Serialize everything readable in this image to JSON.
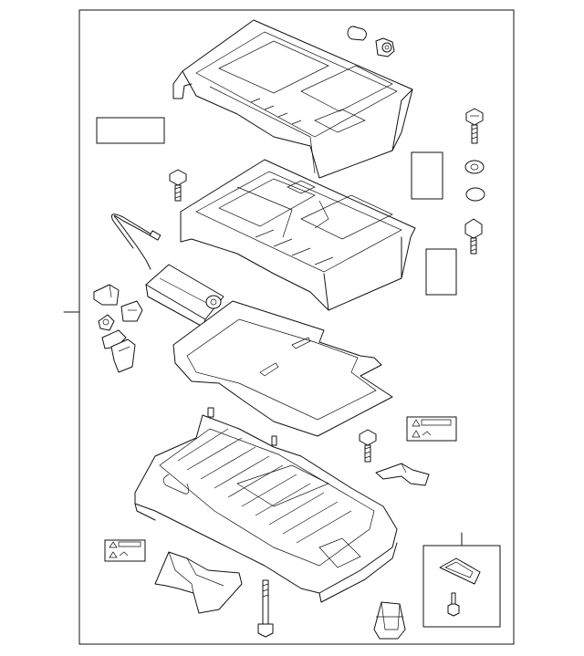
{
  "diagram": {
    "parts": [
      {
        "name": "upper-cover"
      },
      {
        "name": "tray"
      },
      {
        "name": "wire-harness"
      },
      {
        "name": "connector-housing"
      },
      {
        "name": "insulator-sheet"
      },
      {
        "name": "battery-case"
      },
      {
        "name": "label-plates"
      },
      {
        "name": "bolts"
      },
      {
        "name": "washers"
      },
      {
        "name": "brackets"
      },
      {
        "name": "detail-inset"
      }
    ],
    "colors": {
      "line": "#111111",
      "background": "#ffffff"
    }
  }
}
